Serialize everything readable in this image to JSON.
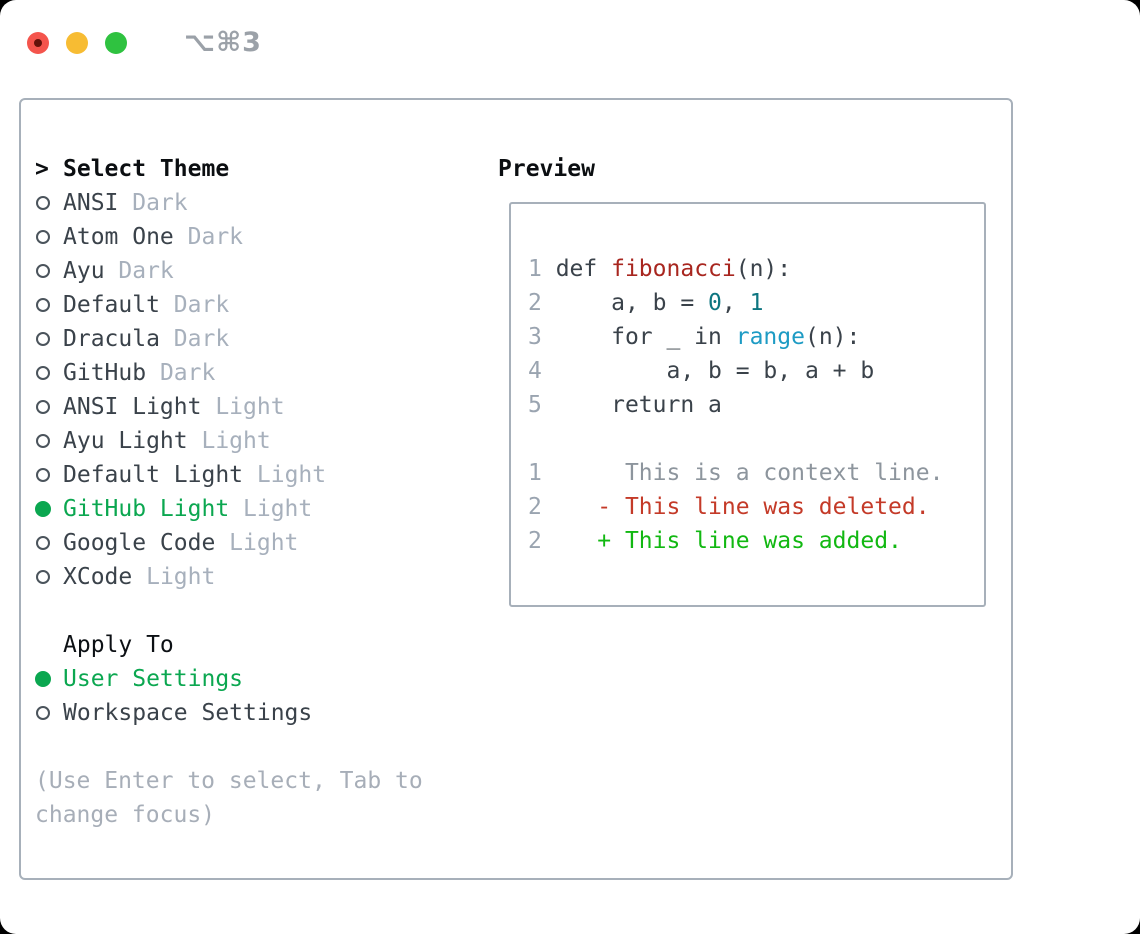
{
  "window": {
    "shortcut_label": "⌥⌘3",
    "traffic_lights": [
      "close",
      "minimize",
      "zoom"
    ]
  },
  "theme_picker": {
    "header_marker": ">",
    "header_label": "Select Theme",
    "items": [
      {
        "name": "ANSI",
        "variant": "Dark",
        "selected": false
      },
      {
        "name": "Atom One",
        "variant": "Dark",
        "selected": false
      },
      {
        "name": "Ayu",
        "variant": "Dark",
        "selected": false
      },
      {
        "name": "Default",
        "variant": "Dark",
        "selected": false
      },
      {
        "name": "Dracula",
        "variant": "Dark",
        "selected": false
      },
      {
        "name": "GitHub",
        "variant": "Dark",
        "selected": false
      },
      {
        "name": "ANSI Light",
        "variant": "Light",
        "selected": false
      },
      {
        "name": "Ayu Light",
        "variant": "Light",
        "selected": false
      },
      {
        "name": "Default Light",
        "variant": "Light",
        "selected": false
      },
      {
        "name": "GitHub Light",
        "variant": "Light",
        "selected": true
      },
      {
        "name": "Google Code",
        "variant": "Light",
        "selected": false
      },
      {
        "name": "XCode",
        "variant": "Light",
        "selected": false
      }
    ]
  },
  "apply_to": {
    "header_label": "Apply To",
    "options": [
      {
        "label": "User Settings",
        "selected": true
      },
      {
        "label": "Workspace Settings",
        "selected": false
      }
    ]
  },
  "help_lines": [
    "(Use Enter to select, Tab to",
    "change focus)"
  ],
  "preview": {
    "header_label": "Preview",
    "lines": [
      {
        "num": "1",
        "tokens": [
          {
            "text": " def ",
            "type": "code"
          },
          {
            "text": "fibonacci",
            "type": "function"
          },
          {
            "text": "(n):",
            "type": "code"
          }
        ]
      },
      {
        "num": "2",
        "tokens": [
          {
            "text": "     a, b = ",
            "type": "code"
          },
          {
            "text": "0",
            "type": "number"
          },
          {
            "text": ", ",
            "type": "code"
          },
          {
            "text": "1",
            "type": "number"
          }
        ]
      },
      {
        "num": "3",
        "tokens": [
          {
            "text": "     for _ in ",
            "type": "code"
          },
          {
            "text": "range",
            "type": "builtin"
          },
          {
            "text": "(n):",
            "type": "code"
          }
        ]
      },
      {
        "num": "4",
        "tokens": [
          {
            "text": "         a, b = b, a + b",
            "type": "code"
          }
        ]
      },
      {
        "num": "5",
        "tokens": [
          {
            "text": "     return a",
            "type": "code"
          }
        ]
      },
      {
        "num": "",
        "tokens": []
      },
      {
        "num": "1",
        "tokens": [
          {
            "text": "      This is a context line.",
            "type": "context"
          }
        ]
      },
      {
        "num": "2",
        "tokens": [
          {
            "text": "    - This line was deleted.",
            "type": "deleted"
          }
        ]
      },
      {
        "num": "2",
        "tokens": [
          {
            "text": "    + This line was added.",
            "type": "added"
          }
        ]
      }
    ]
  },
  "colors": {
    "accent-green": "#0ba750",
    "diff-added": "#12b812",
    "diff-deleted": "#c43a28",
    "function-red": "#a8261f",
    "number-teal": "#0d7580",
    "builtin-blue": "#1d9bc4",
    "context-gray": "#8d959d",
    "line-number-gray": "#9aa4b0",
    "muted-gray": "#a7b0bc",
    "border-gray": "#a7b0ba",
    "traffic-red": "#f4544c",
    "traffic-yellow": "#f7bc33",
    "traffic-green": "#2fc240"
  }
}
